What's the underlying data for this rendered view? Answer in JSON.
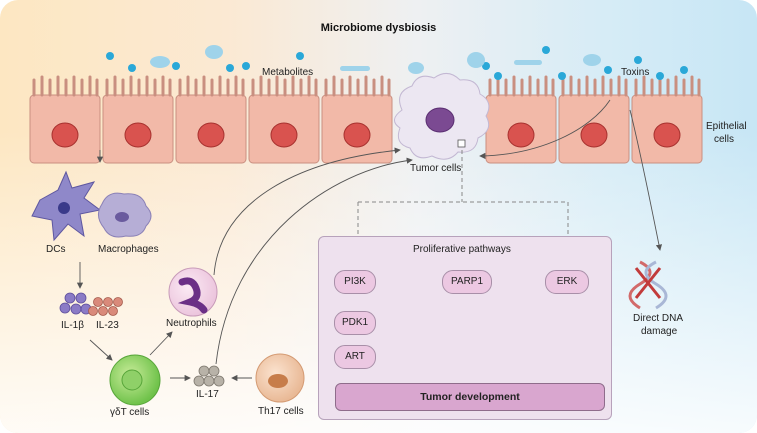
{
  "title": "Microbiome dysbiosis",
  "labels": {
    "metabolites": "Metabolites",
    "toxins": "Toxins",
    "epithelial_line1": "Epithelial",
    "epithelial_line2": "cells",
    "tumor_cells": "Tumor cells",
    "dcs": "DCs",
    "macrophages": "Macrophages",
    "il1b": "IL-1β",
    "il23": "IL-23",
    "neutrophils": "Neutrophils",
    "gdt_cells": "γδT cells",
    "il17": "IL-17",
    "th17": "Th17 cells",
    "dna_line1": "Direct DNA",
    "dna_line2": "damage"
  },
  "pathways": {
    "title": "Proliferative pathways",
    "nodes": [
      "PI3K",
      "PDK1",
      "ART",
      "PARP1",
      "ERK"
    ],
    "outcome": "Tumor development"
  },
  "colors": {
    "epithelial_fill": "#f2b9a8",
    "nucleus": "#d9534f",
    "bacteria": "#2aa8d8",
    "pathway_box": "#eee1ee",
    "pill": "#ecc8e2",
    "outcome": "#d9a6cf"
  }
}
